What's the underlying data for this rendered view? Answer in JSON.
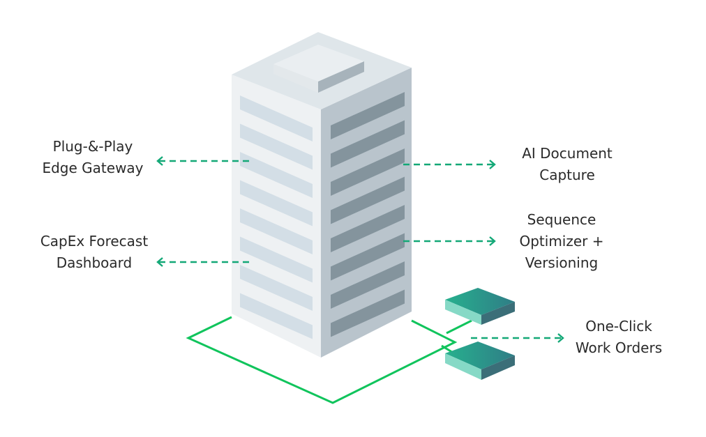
{
  "features": {
    "edge_gateway": [
      "Plug-&-Play",
      "Edge Gateway"
    ],
    "capex_dashboard": [
      "CapEx Forecast",
      "Dashboard"
    ],
    "ai_capture": [
      "AI Document",
      "Capture"
    ],
    "sequence_optimizer": [
      "Sequence",
      "Optimizer +",
      "Versioning"
    ],
    "work_orders": [
      "One-Click",
      "Work Orders"
    ]
  },
  "colors": {
    "accent_green": "#10c45c",
    "arrow_green": "#13a877",
    "tile_teal": "#2a9a8c",
    "text": "#2a2a2a"
  }
}
